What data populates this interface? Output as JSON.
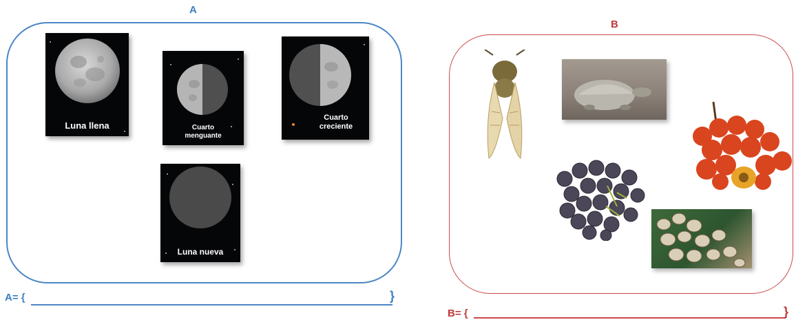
{
  "set_a": {
    "title": "A",
    "color": "#3a7fc1",
    "cards": [
      {
        "caption": "Luna llena"
      },
      {
        "caption_line1": "Cuarto",
        "caption_line2": "menguante"
      },
      {
        "caption_line1": "Cuarto",
        "caption_line2": "creciente"
      },
      {
        "caption": "Luna nueva"
      }
    ],
    "formula": "A= {",
    "close_brace": "}"
  },
  "set_b": {
    "title": "B",
    "color": "#c0393b",
    "items": [
      "cicada-photo",
      "turtle-photo",
      "palm-fruit-photo",
      "grapes-photo",
      "larvae-photo"
    ],
    "formula": "B= {",
    "close_brace": "}"
  }
}
